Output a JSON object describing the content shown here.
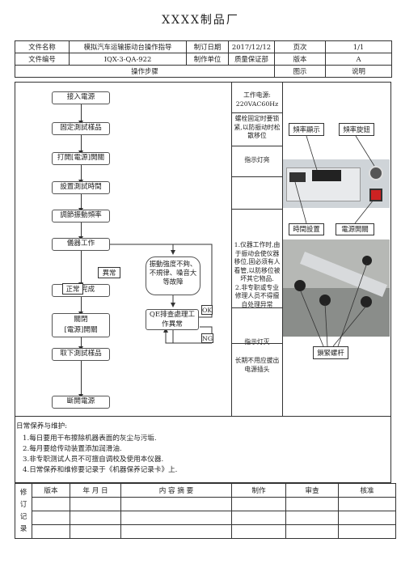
{
  "title": "XXXX制品厂",
  "header": {
    "doc_name_label": "文件名称",
    "doc_name": "模拟汽车运输振动台操作指导",
    "date_label": "制订日期",
    "date": "2017/12/12",
    "page_label": "页次",
    "page": "1/1",
    "doc_no_label": "文件编号",
    "doc_no": "IQX-3-QA-922",
    "unit_label": "制作单位",
    "unit": "质量保证部",
    "version_label": "版本",
    "version": "A",
    "steps_label": "操作步骤",
    "figure_label": "图示",
    "explain_label": "说明"
  },
  "flow": {
    "steps": [
      "接入電源",
      "固定測試樣品",
      "打開[電源]開關",
      "設置測試時間",
      "調節振動頻率",
      "儀器工作",
      "試驗完成",
      "關閉\n[電源]開關",
      "取下測試樣品",
      "斷開電源"
    ],
    "abnormal": "異常",
    "normal": "正常",
    "problem": "振動強度不夠、不規律、噪音大等故障",
    "qe": "QE排查處理工作異常",
    "ok": "OK",
    "ng": "NG"
  },
  "notes": [
    "工作电源:\n220VAC60Hz",
    "螺栓固定时要锁紧,以防振动时松散移位",
    "指示灯亮",
    "1.仪器工作时,由于振动会使仪器移位,固必须有人看管,以防移位被坏其它物品.\n2.非专职或专业修理人员不得擅自处理异常",
    "指示灯灭",
    "长期不用应拔出电源插头"
  ],
  "figure_labels": {
    "freq_display": "頻率顯示",
    "freq_knob": "頻率旋鈕",
    "time_set": "時間設置",
    "power_switch": "電源開關",
    "tighten": "鎖緊螺杆"
  },
  "maintenance": {
    "heading": "日常保养与维护:",
    "items": [
      "1.每日要用干布擦除机器表面的灰尘与污垢.",
      "2.每月要给传动装置添加润滑油.",
      "3.非专职测试人员不可擅自调校及使用本仪器.",
      "4.日常保养和维修要记录于《机器保养记录卡》上."
    ]
  },
  "revision": {
    "side_label": "修\n订\n记\n录",
    "cols": [
      "版本",
      "年 月 日",
      "内 容 摘 要",
      "制作",
      "审查",
      "核准"
    ]
  }
}
